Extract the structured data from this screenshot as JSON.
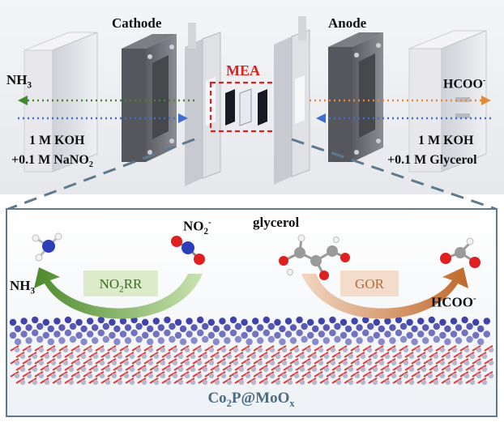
{
  "top": {
    "cathode_label": "Cathode",
    "anode_label": "Anode",
    "mea_label": "MEA",
    "left_product": {
      "main": "NH",
      "sub": "3"
    },
    "right_product": {
      "main": "HCOO",
      "sup": "-"
    },
    "left_electrolyte": {
      "line1": "1 M KOH",
      "line2_main": "+0.1 M NaNO",
      "line2_sub": "2"
    },
    "right_electrolyte": {
      "line1": "1 M KOH",
      "line2": "+0.1 M Glycerol"
    }
  },
  "bottom": {
    "no2_label": {
      "main": "NO",
      "sub": "2",
      "sup": "-"
    },
    "glycerol_label": "glycerol",
    "nh3_label": {
      "main": "NH",
      "sub": "3"
    },
    "hcoo_label": {
      "main": "HCOO",
      "sup": "-"
    },
    "no2rr_label": {
      "main": "NO",
      "sub": "2",
      "rest": "RR"
    },
    "gor_label": "GOR",
    "catalyst_label": {
      "a": "Co",
      "a_sub": "2",
      "b": "P@MoO",
      "b_sub": "x"
    }
  },
  "colors": {
    "green_arrow": "#5a8c3a",
    "orange_arrow": "#c8793a",
    "blue_dots": "#3d6fd1",
    "green_dots": "#3e8b2f",
    "orange_dots": "#e08a3a",
    "mea_box": "#e02020",
    "panel_border": "#5f7a8e",
    "catalyst_blue": "#2c2fa0",
    "catalyst_red": "#d83a3a"
  }
}
